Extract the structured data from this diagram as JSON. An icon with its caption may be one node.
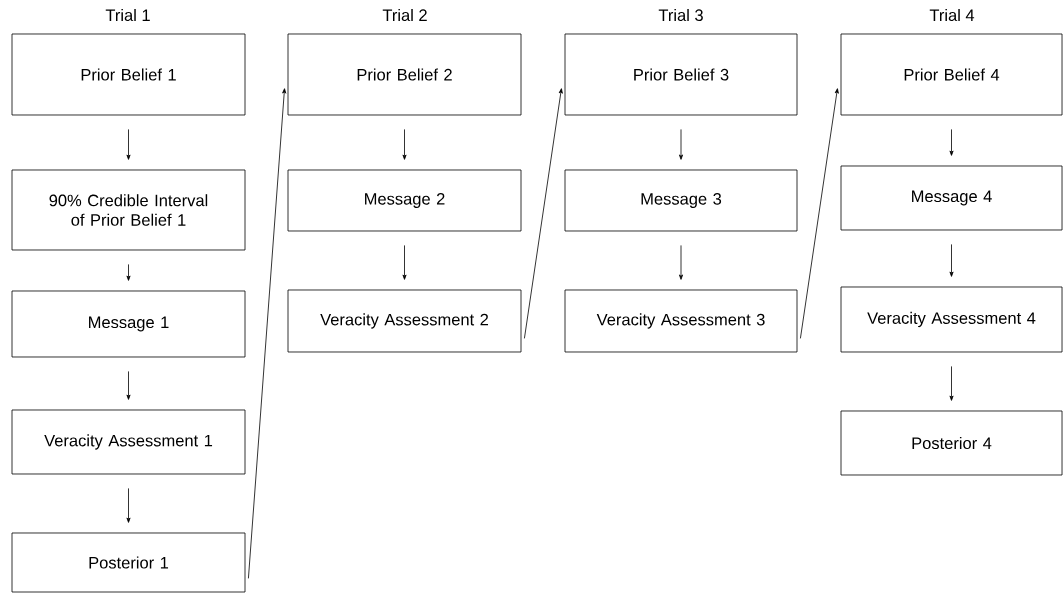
{
  "diagram": {
    "nodes": [
      {
        "text": [
          "Prior Belief 1"
        ]
      },
      {
        "text": [
          "90% Credible Interval of Prior Belief 1"
        ]
      },
      {
        "text": [
          "Message 1"
        ]
      },
      {
        "text": [
          "Veracity Assessment 1"
        ]
      },
      {
        "text": [
          "Posterior 1"
        ]
      },
      {
        "text": [
          "Prior Belief 2"
        ]
      },
      {
        "text": [
          "Message 2"
        ]
      },
      {
        "text": [
          "Veracity Assessment 2"
        ]
      },
      {
        "text": [
          "Prior Belief 3"
        ]
      },
      {
        "text": [
          "Message 3"
        ]
      },
      {
        "text": [
          "Veracity Assessment 3"
        ]
      },
      {
        "text": [
          "Prior Belief 4"
        ]
      },
      {
        "text": [
          "Message 4"
        ]
      },
      {
        "text": [
          "Veracity Assessment 4"
        ]
      },
      {
        "text": [
          "Posterior 4"
        ]
      }
    ],
    "edges": [
      {
        "from": 0,
        "to": 1,
        "arrow": "to"
      },
      {
        "from": 1,
        "to": 2,
        "arrow": "to"
      },
      {
        "from": 2,
        "to": 3,
        "arrow": "to"
      },
      {
        "from": 3,
        "to": 4,
        "arrow": "to"
      },
      {
        "from": 4,
        "to": 5,
        "arrow": "to"
      },
      {
        "from": 5,
        "to": 6,
        "arrow": "to"
      },
      {
        "from": 6,
        "to": 7,
        "arrow": "to"
      },
      {
        "from": 7,
        "to": 8,
        "arrow": "to"
      },
      {
        "from": 8,
        "to": 9,
        "arrow": "to"
      },
      {
        "from": 9,
        "to": 10,
        "arrow": "to"
      },
      {
        "from": 10,
        "to": 11,
        "arrow": "to"
      },
      {
        "from": 11,
        "to": 12,
        "arrow": "to"
      },
      {
        "from": 12,
        "to": 13,
        "arrow": "to"
      },
      {
        "from": 13,
        "to": 14,
        "arrow": "to"
      }
    ],
    "labels": [
      "Trial 1",
      "Trial 2",
      "Trial 3",
      "Trial 4"
    ]
  }
}
